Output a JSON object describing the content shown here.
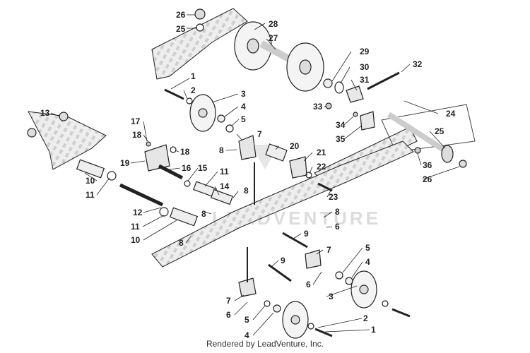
{
  "watermark": "LEADVENTURE",
  "credit": "Rendered by LeadVenture, Inc.",
  "colors": {
    "line": "#222222",
    "rail": "#e8e8e8",
    "part": "#f2f2f2",
    "watermark": "#dcdcdc"
  },
  "callouts": [
    {
      "id": "c26a",
      "text": "26"
    },
    {
      "id": "c25a",
      "text": "25"
    },
    {
      "id": "c28",
      "text": "28"
    },
    {
      "id": "c27",
      "text": "27"
    },
    {
      "id": "c1a",
      "text": "1"
    },
    {
      "id": "c2a",
      "text": "2"
    },
    {
      "id": "c3a",
      "text": "3"
    },
    {
      "id": "c4a",
      "text": "4"
    },
    {
      "id": "c5a",
      "text": "5"
    },
    {
      "id": "c29",
      "text": "29"
    },
    {
      "id": "c30",
      "text": "30"
    },
    {
      "id": "c31",
      "text": "31"
    },
    {
      "id": "c32",
      "text": "32"
    },
    {
      "id": "c33",
      "text": "33"
    },
    {
      "id": "c34",
      "text": "34"
    },
    {
      "id": "c35",
      "text": "35"
    },
    {
      "id": "c24",
      "text": "24"
    },
    {
      "id": "c25b",
      "text": "25"
    },
    {
      "id": "c36",
      "text": "36"
    },
    {
      "id": "c26b",
      "text": "26"
    },
    {
      "id": "c13",
      "text": "13"
    },
    {
      "id": "c17",
      "text": "17"
    },
    {
      "id": "c18a",
      "text": "18"
    },
    {
      "id": "c18b",
      "text": "18"
    },
    {
      "id": "c19",
      "text": "19"
    },
    {
      "id": "c16",
      "text": "16"
    },
    {
      "id": "c15",
      "text": "15"
    },
    {
      "id": "c11a",
      "text": "11"
    },
    {
      "id": "c10a",
      "text": "10"
    },
    {
      "id": "c11b",
      "text": "11"
    },
    {
      "id": "c14",
      "text": "14"
    },
    {
      "id": "c8a",
      "text": "8"
    },
    {
      "id": "c7a",
      "text": "7"
    },
    {
      "id": "c8b",
      "text": "8"
    },
    {
      "id": "c20",
      "text": "20"
    },
    {
      "id": "c21",
      "text": "21"
    },
    {
      "id": "c22",
      "text": "22"
    },
    {
      "id": "c23",
      "text": "23"
    },
    {
      "id": "c12",
      "text": "12"
    },
    {
      "id": "c8c",
      "text": "8"
    },
    {
      "id": "c11c",
      "text": "11"
    },
    {
      "id": "c8d",
      "text": "8"
    },
    {
      "id": "c6a",
      "text": "6"
    },
    {
      "id": "c10b",
      "text": "10"
    },
    {
      "id": "c8e",
      "text": "8"
    },
    {
      "id": "c9a",
      "text": "9"
    },
    {
      "id": "c9b",
      "text": "9"
    },
    {
      "id": "c7b",
      "text": "7"
    },
    {
      "id": "c5b",
      "text": "5"
    },
    {
      "id": "c4b",
      "text": "4"
    },
    {
      "id": "c6b",
      "text": "6"
    },
    {
      "id": "c3b",
      "text": "3"
    },
    {
      "id": "c7c",
      "text": "7"
    },
    {
      "id": "c6c",
      "text": "6"
    },
    {
      "id": "c5c",
      "text": "5"
    },
    {
      "id": "c4c",
      "text": "4"
    },
    {
      "id": "c2b",
      "text": "2"
    },
    {
      "id": "c1b",
      "text": "1"
    }
  ]
}
